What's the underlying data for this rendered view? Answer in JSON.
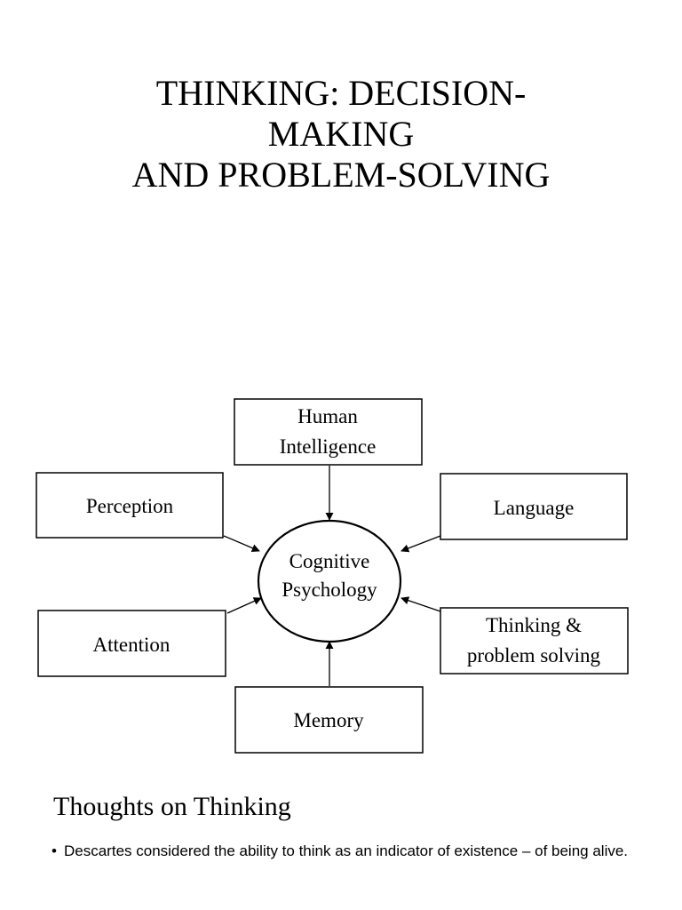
{
  "title": {
    "lines": [
      "THINKING: DECISION-",
      "MAKING",
      "AND PROBLEM-SOLVING"
    ]
  },
  "diagram": {
    "center": [
      "Cognitive",
      "Psychology"
    ],
    "nodes": {
      "human_intelligence": [
        "Human",
        "Intelligence"
      ],
      "perception": [
        "Perception"
      ],
      "language": [
        "Language"
      ],
      "attention": [
        "Attention"
      ],
      "thinking": [
        "Thinking &",
        "problem solving"
      ],
      "memory": [
        "Memory"
      ]
    }
  },
  "section": {
    "heading": "Thoughts on Thinking",
    "bullet_symbol": "•",
    "bullets": [
      "Descartes considered the ability to think as an indicator of existence – of being alive."
    ]
  }
}
